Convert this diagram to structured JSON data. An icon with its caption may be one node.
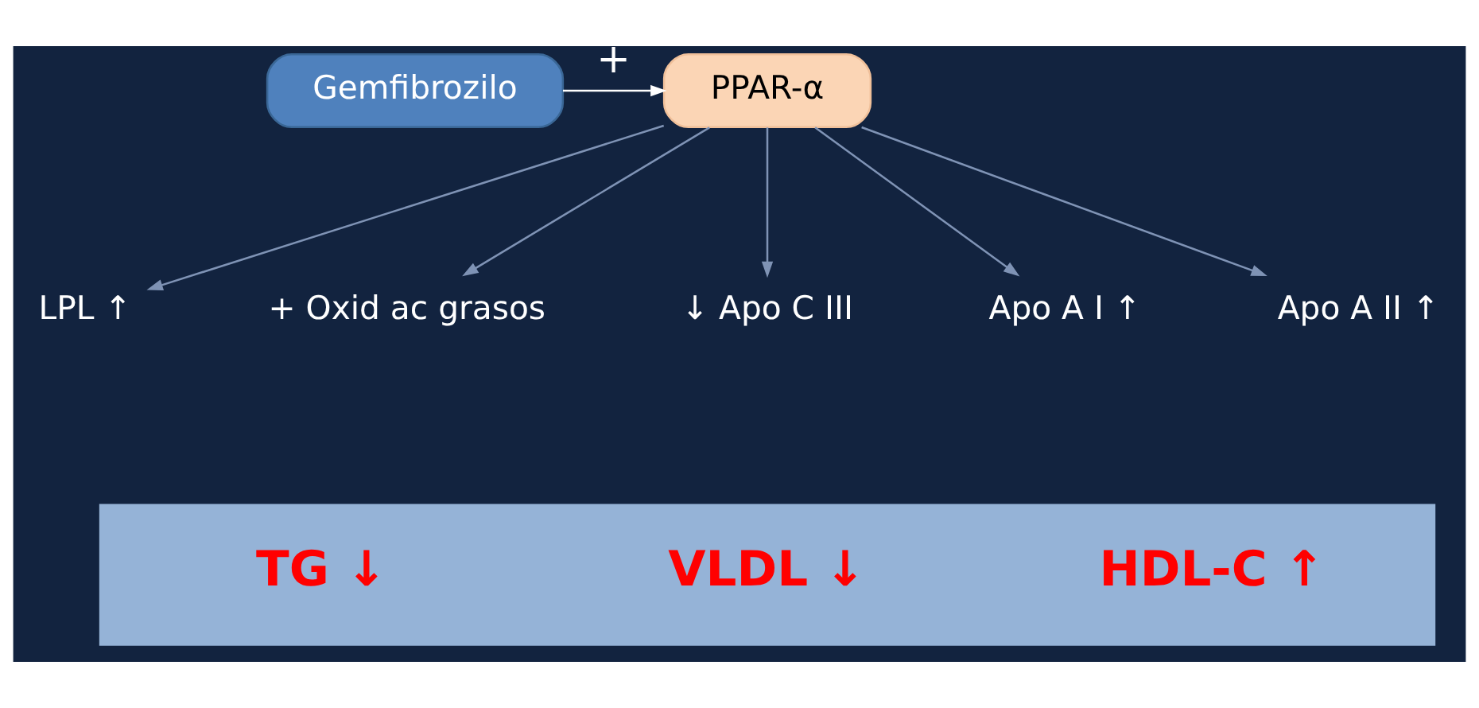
{
  "diagram": {
    "nodes": [
      {
        "text": [
          "Gemfibrozilo"
        ]
      },
      {
        "text": [
          "PPAR-α"
        ]
      },
      {
        "text": [
          "LPL ↑"
        ]
      },
      {
        "text": [
          "+ Oxid ac grasos"
        ]
      },
      {
        "text": [
          "↓ Apo C III"
        ]
      },
      {
        "text": [
          "Apo A I ↑"
        ]
      },
      {
        "text": [
          "Apo A II ↑"
        ]
      }
    ],
    "edges": [
      {
        "from": 0,
        "to": 1,
        "arrow": "to",
        "label": "+",
        "color": "#ffffff"
      },
      {
        "from": 1,
        "to": 2,
        "arrow": "to"
      },
      {
        "from": 1,
        "to": 3,
        "arrow": "to"
      },
      {
        "from": 1,
        "to": 4,
        "arrow": "to"
      },
      {
        "from": 1,
        "to": 5,
        "arrow": "to"
      },
      {
        "from": 1,
        "to": 6,
        "arrow": "to"
      }
    ],
    "labels": [
      "TG ↓",
      "VLDL ↓",
      "HDL-C ↑"
    ]
  }
}
